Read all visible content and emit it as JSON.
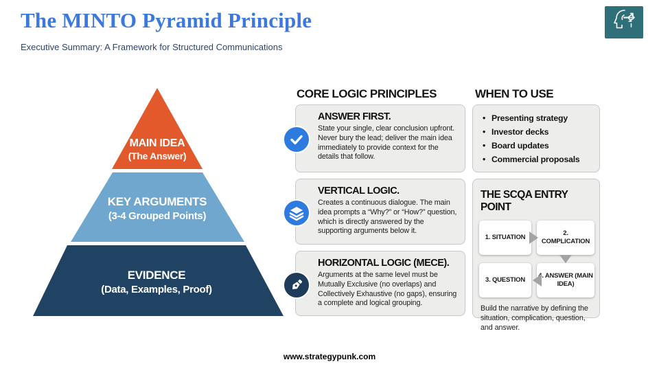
{
  "header": {
    "title": "The MINTO Pyramid Principle",
    "subtitle": "Executive Summary: A Framework for Structured Communications"
  },
  "logo": {
    "icon": "head-with-arrows-icon",
    "background_color": "#2e6f7a"
  },
  "pyramid": {
    "tiers": [
      {
        "label": "MAIN IDEA",
        "sublabel": "(The Answer)",
        "color": "#e2592b"
      },
      {
        "label": "KEY ARGUMENTS",
        "sublabel": "(3-4 Grouped Points)",
        "color": "#6fa7ce"
      },
      {
        "label": "EVIDENCE",
        "sublabel": "(Data, Examples, Proof)",
        "color": "#214363"
      }
    ]
  },
  "core_logic": {
    "heading": "CORE LOGIC PRINCIPLES",
    "cards": [
      {
        "title": "ANSWER FIRST.",
        "body": "State your single, clear conclusion upfront. Never bury the lead; deliver the main idea immediately to provide context for the details that follow.",
        "icon": "check-icon",
        "icon_color": "#2e7bdf"
      },
      {
        "title": "VERTICAL LOGIC.",
        "body": "Creates a continuous dialogue. The main idea prompts a “Why?” or “How?” question, which is directly answered by the supporting arguments below it.",
        "icon": "layers-icon",
        "icon_color": "#2e7bdf"
      },
      {
        "title": "HORIZONTAL LOGIC (MECE).",
        "body": "Arguments at the same level must be Mutually Exclusive (no overlaps) and Collectively Exhaustive (no gaps), ensuring a complete and logical grouping.",
        "icon": "pen-nib-icon",
        "icon_color": "#1d3c5c"
      }
    ]
  },
  "when_to_use": {
    "heading": "WHEN TO USE",
    "items": [
      "Presenting strategy",
      "Investor decks",
      "Board updates",
      "Commercial proposals"
    ]
  },
  "scqa": {
    "heading": "THE SCQA ENTRY POINT",
    "boxes": [
      "1. SITUATION",
      "2. COMPLICATION",
      "3. QUESTION",
      "4. ANSWER (MAIN IDEA)"
    ],
    "note": "Build the narrative by defining the situation, complication, question, and answer."
  },
  "footer": {
    "url": "www.strategypunk.com"
  }
}
